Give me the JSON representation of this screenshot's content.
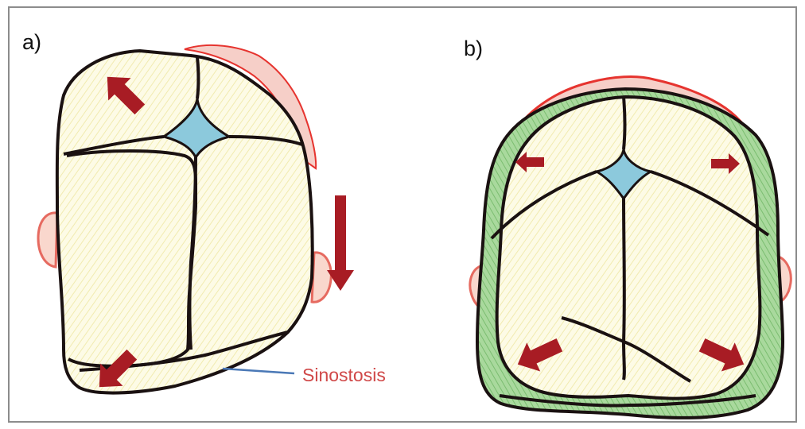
{
  "panels": {
    "a": {
      "label": "a)"
    },
    "b": {
      "label": "b)"
    }
  },
  "annotation": {
    "text": "Sinostosis"
  },
  "colors": {
    "outline": "#1a1111",
    "bone_fill": "#fdfbe6",
    "bone_hatch": "#f1ebb0",
    "fontanelle": "#8cc9dc",
    "arrow": "#a81c24",
    "scalp": "#e6342f",
    "scalp_fill": "#f6cfc8",
    "ear": "#e66a60",
    "expansion": "#8fcc84",
    "pointer_line": "#4a78b6",
    "annotation_text": "#d04848",
    "frame": "#8c8c8c"
  },
  "icons": {
    "growth_arrow": "block-arrow",
    "pointer": "thin-line"
  }
}
